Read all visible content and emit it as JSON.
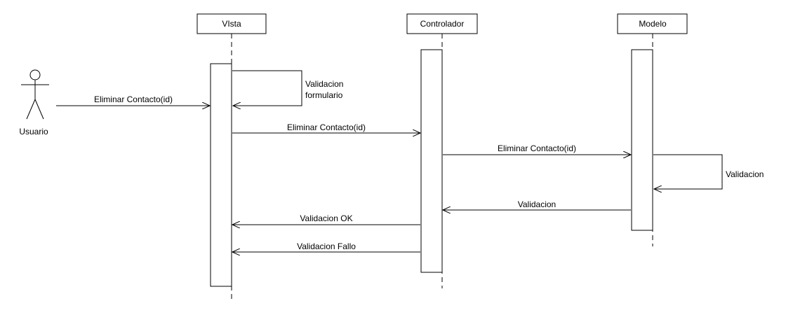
{
  "actor": {
    "name": "Usuario"
  },
  "lifelines": {
    "vista": "VIsta",
    "controlador": "Controlador",
    "modelo": "Modelo"
  },
  "messages": {
    "m1": "Eliminar Contacto(id)",
    "self_vista_line1": "Validacion",
    "self_vista_line2": "formulario",
    "m2": "Eliminar Contacto(id)",
    "m3": "Eliminar Contacto(id)",
    "self_modelo": "Validacion",
    "m4": "Validacion",
    "m5": "Validacion OK",
    "m6": "Validacion Fallo"
  }
}
